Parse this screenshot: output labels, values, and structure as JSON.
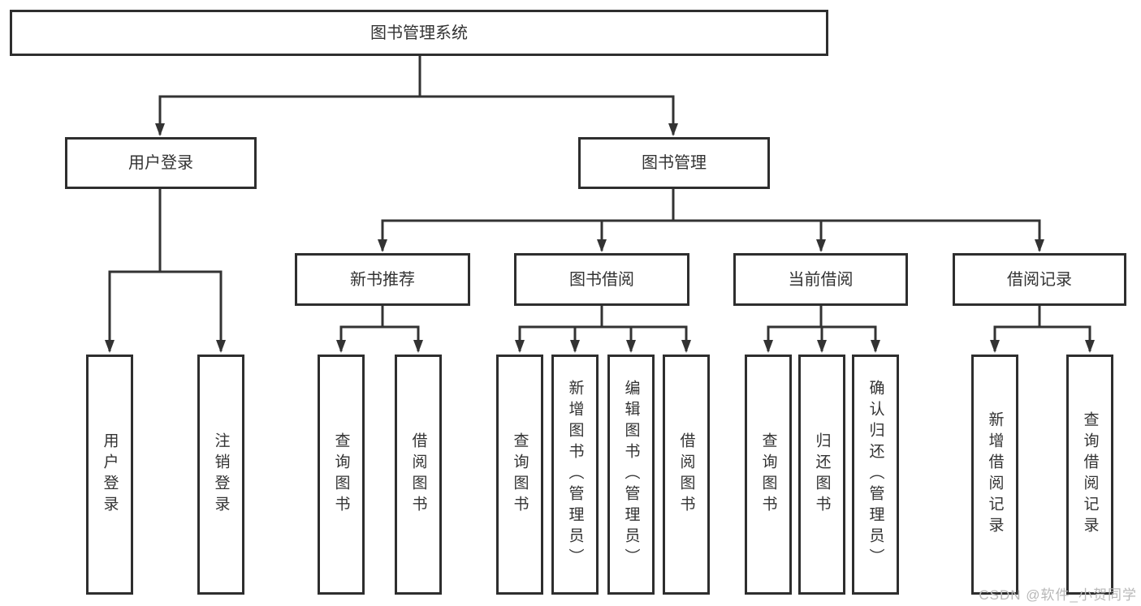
{
  "diagram": {
    "tree": {
      "label": "图书管理系统",
      "children": [
        {
          "label": "用户登录",
          "children": [
            {
              "label": "用户登录"
            },
            {
              "label": "注销登录"
            }
          ]
        },
        {
          "label": "图书管理",
          "children": [
            {
              "label": "新书推荐",
              "children": [
                {
                  "label": "查询图书"
                },
                {
                  "label": "借阅图书"
                }
              ]
            },
            {
              "label": "图书借阅",
              "children": [
                {
                  "label": "查询图书"
                },
                {
                  "label": "新增图书（管理员）"
                },
                {
                  "label": "编辑图书（管理员）"
                },
                {
                  "label": "借阅图书"
                }
              ]
            },
            {
              "label": "当前借阅",
              "children": [
                {
                  "label": "查询图书"
                },
                {
                  "label": "归还图书"
                },
                {
                  "label": "确认归还（管理员）"
                }
              ]
            },
            {
              "label": "借阅记录",
              "children": [
                {
                  "label": "新增借阅记录"
                },
                {
                  "label": "查询借阅记录"
                }
              ]
            }
          ]
        }
      ]
    },
    "watermark": "CSDN @软件_小贺同学",
    "colors": {
      "line": "#333333",
      "box_border": "#2e2e2e",
      "box_fill": "#ffffff",
      "text": "#333333",
      "watermark": "#b8b8b8"
    }
  }
}
